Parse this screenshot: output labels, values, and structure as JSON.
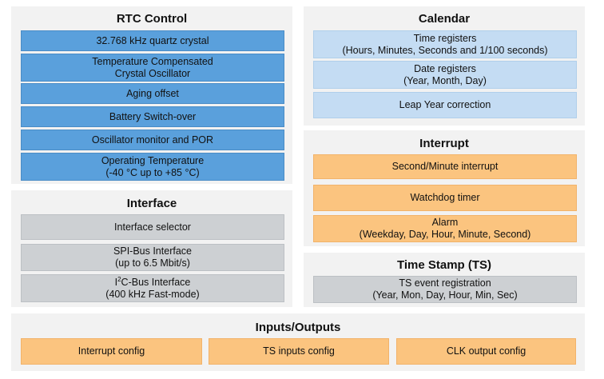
{
  "rtc_control": {
    "title": "RTC Control",
    "items": [
      {
        "lines": [
          "32.768 kHz quartz crystal"
        ]
      },
      {
        "lines": [
          "Temperature Compensated",
          "Crystal Oscillator"
        ]
      },
      {
        "lines": [
          "Aging offset"
        ]
      },
      {
        "lines": [
          "Battery Switch-over"
        ]
      },
      {
        "lines": [
          "Oscillator monitor and POR"
        ]
      },
      {
        "lines": [
          "Operating Temperature",
          "(-40 °C up to +85 °C)"
        ]
      }
    ]
  },
  "interface": {
    "title": "Interface",
    "items": [
      {
        "lines": [
          "Interface selector"
        ]
      },
      {
        "lines": [
          "SPI-Bus Interface",
          "(up to 6.5 Mbit/s)"
        ]
      },
      {
        "lines": [
          "I",
          "2",
          "C-Bus Interface",
          "(400 kHz Fast-mode)"
        ]
      }
    ]
  },
  "calendar": {
    "title": "Calendar",
    "items": [
      {
        "lines": [
          "Time registers",
          "(Hours, Minutes, Seconds and 1/100 seconds)"
        ]
      },
      {
        "lines": [
          "Date registers",
          "(Year, Month, Day)"
        ]
      },
      {
        "lines": [
          "Leap Year correction"
        ]
      }
    ]
  },
  "interrupt": {
    "title": "Interrupt",
    "items": [
      {
        "lines": [
          "Second/Minute interrupt"
        ]
      },
      {
        "lines": [
          "Watchdog timer"
        ]
      },
      {
        "lines": [
          "Alarm",
          "(Weekday, Day, Hour, Minute, Second)"
        ]
      }
    ]
  },
  "time_stamp": {
    "title": "Time Stamp (TS)",
    "items": [
      {
        "lines": [
          "TS event registration",
          "(Year, Mon, Day, Hour, Min, Sec)"
        ]
      }
    ]
  },
  "inputs_outputs": {
    "title": "Inputs/Outputs",
    "items": [
      {
        "lines": [
          "Interrupt config"
        ]
      },
      {
        "lines": [
          "TS inputs config"
        ]
      },
      {
        "lines": [
          "CLK output config"
        ]
      }
    ]
  },
  "colors": {
    "rtc_blocks": "#5aa0dc",
    "calendar_blocks": "#c4dcf3",
    "interrupt_blocks": "#fbc47f",
    "interface_blocks": "#cdd0d3",
    "panel_background": "#f2f2f2"
  }
}
